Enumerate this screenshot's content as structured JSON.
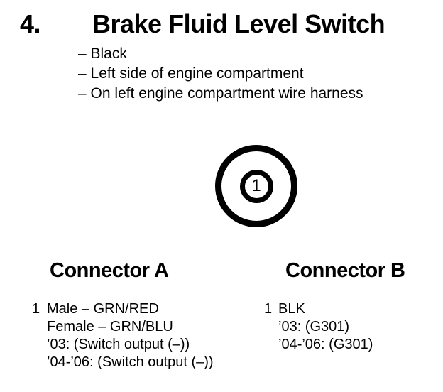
{
  "header": {
    "section_number": "4.",
    "title": "Brake Fluid Level Switch",
    "bullets": [
      "– Black",
      "– Left side of engine compartment",
      "– On left engine compartment wire harness"
    ]
  },
  "diagram": {
    "cavity_label": "1"
  },
  "connectors": [
    {
      "heading": "Connector A",
      "pin_number": "1",
      "lines": [
        "Male – GRN/RED",
        "Female – GRN/BLU",
        "’03: (Switch output (–))",
        "’04-’06: (Switch output (–))"
      ]
    },
    {
      "heading": "Connector B",
      "pin_number": "1",
      "lines": [
        "BLK",
        "’03: (G301)",
        "’04-’06: (G301)"
      ]
    }
  ],
  "colors": {
    "ink": "#000000",
    "background": "#ffffff"
  }
}
